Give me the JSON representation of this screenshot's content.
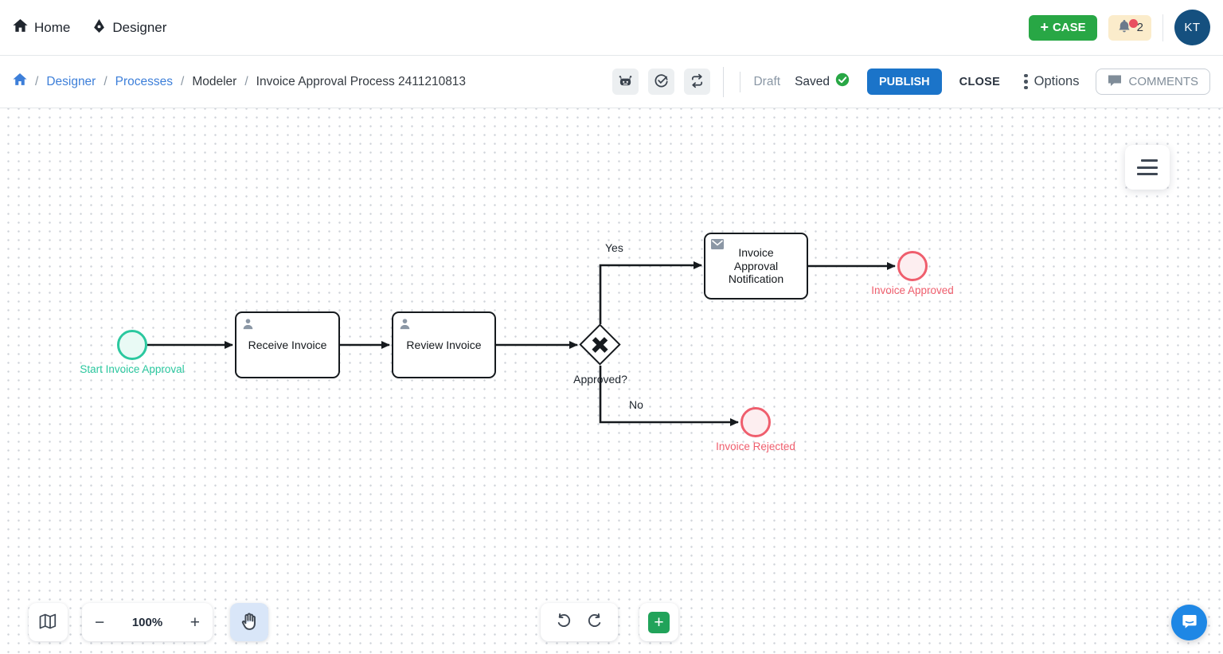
{
  "navbar": {
    "home_label": "Home",
    "designer_label": "Designer",
    "case_button_label": "CASE",
    "notification_count": "2",
    "avatar_initials": "KT"
  },
  "breadcrumb": {
    "separator": "/",
    "designer": "Designer",
    "processes": "Processes",
    "modeler": "Modeler",
    "process_name": "Invoice Approval Process 2411210813"
  },
  "actionbar": {
    "status_draft": "Draft",
    "status_saved": "Saved",
    "publish_label": "PUBLISH",
    "close_label": "CLOSE",
    "options_label": "Options",
    "comments_label": "COMMENTS"
  },
  "diagram": {
    "start_event_label": "Start Invoice Approval",
    "task_receive_label": "Receive Invoice",
    "task_review_label": "Review Invoice",
    "gateway_label": "Approved?",
    "branch_yes_label": "Yes",
    "branch_no_label": "No",
    "task_notification_label": "Invoice Approval Notification",
    "end_approved_label": "Invoice Approved",
    "end_rejected_label": "Invoice Rejected"
  },
  "controls": {
    "zoom_level": "100%",
    "zoom_out_symbol": "−",
    "zoom_in_symbol": "+",
    "add_element_symbol": "+",
    "case_plus_symbol": "+"
  },
  "icons": {
    "home": "house",
    "designer": "pen-nib",
    "notifications": "bell-with-red-dot",
    "ai_assistant": "robot",
    "validate": "check-circle",
    "auto_layout": "repeat-arrows",
    "saved_status": "green-check-circle",
    "options": "vertical-dots",
    "comments": "speech-bubble",
    "canvas_menu": "hamburger",
    "minimap": "trifold-map",
    "pan_tool": "hand",
    "undo": "rotate-left-arrow",
    "redo": "rotate-right-arrow",
    "chat": "messenger-bubble",
    "user_task": "person",
    "send_task": "envelope"
  },
  "colors": {
    "accent_green": "#28a745",
    "add_green": "#21a35a",
    "publish_blue": "#1b74c9",
    "link_blue": "#3d7fd9",
    "start_teal": "#2bc89f",
    "end_red": "#ef5e6d",
    "notification_bg": "#fbeccb",
    "avatar_bg": "#15507f",
    "chat_blue": "#1e87e5"
  }
}
